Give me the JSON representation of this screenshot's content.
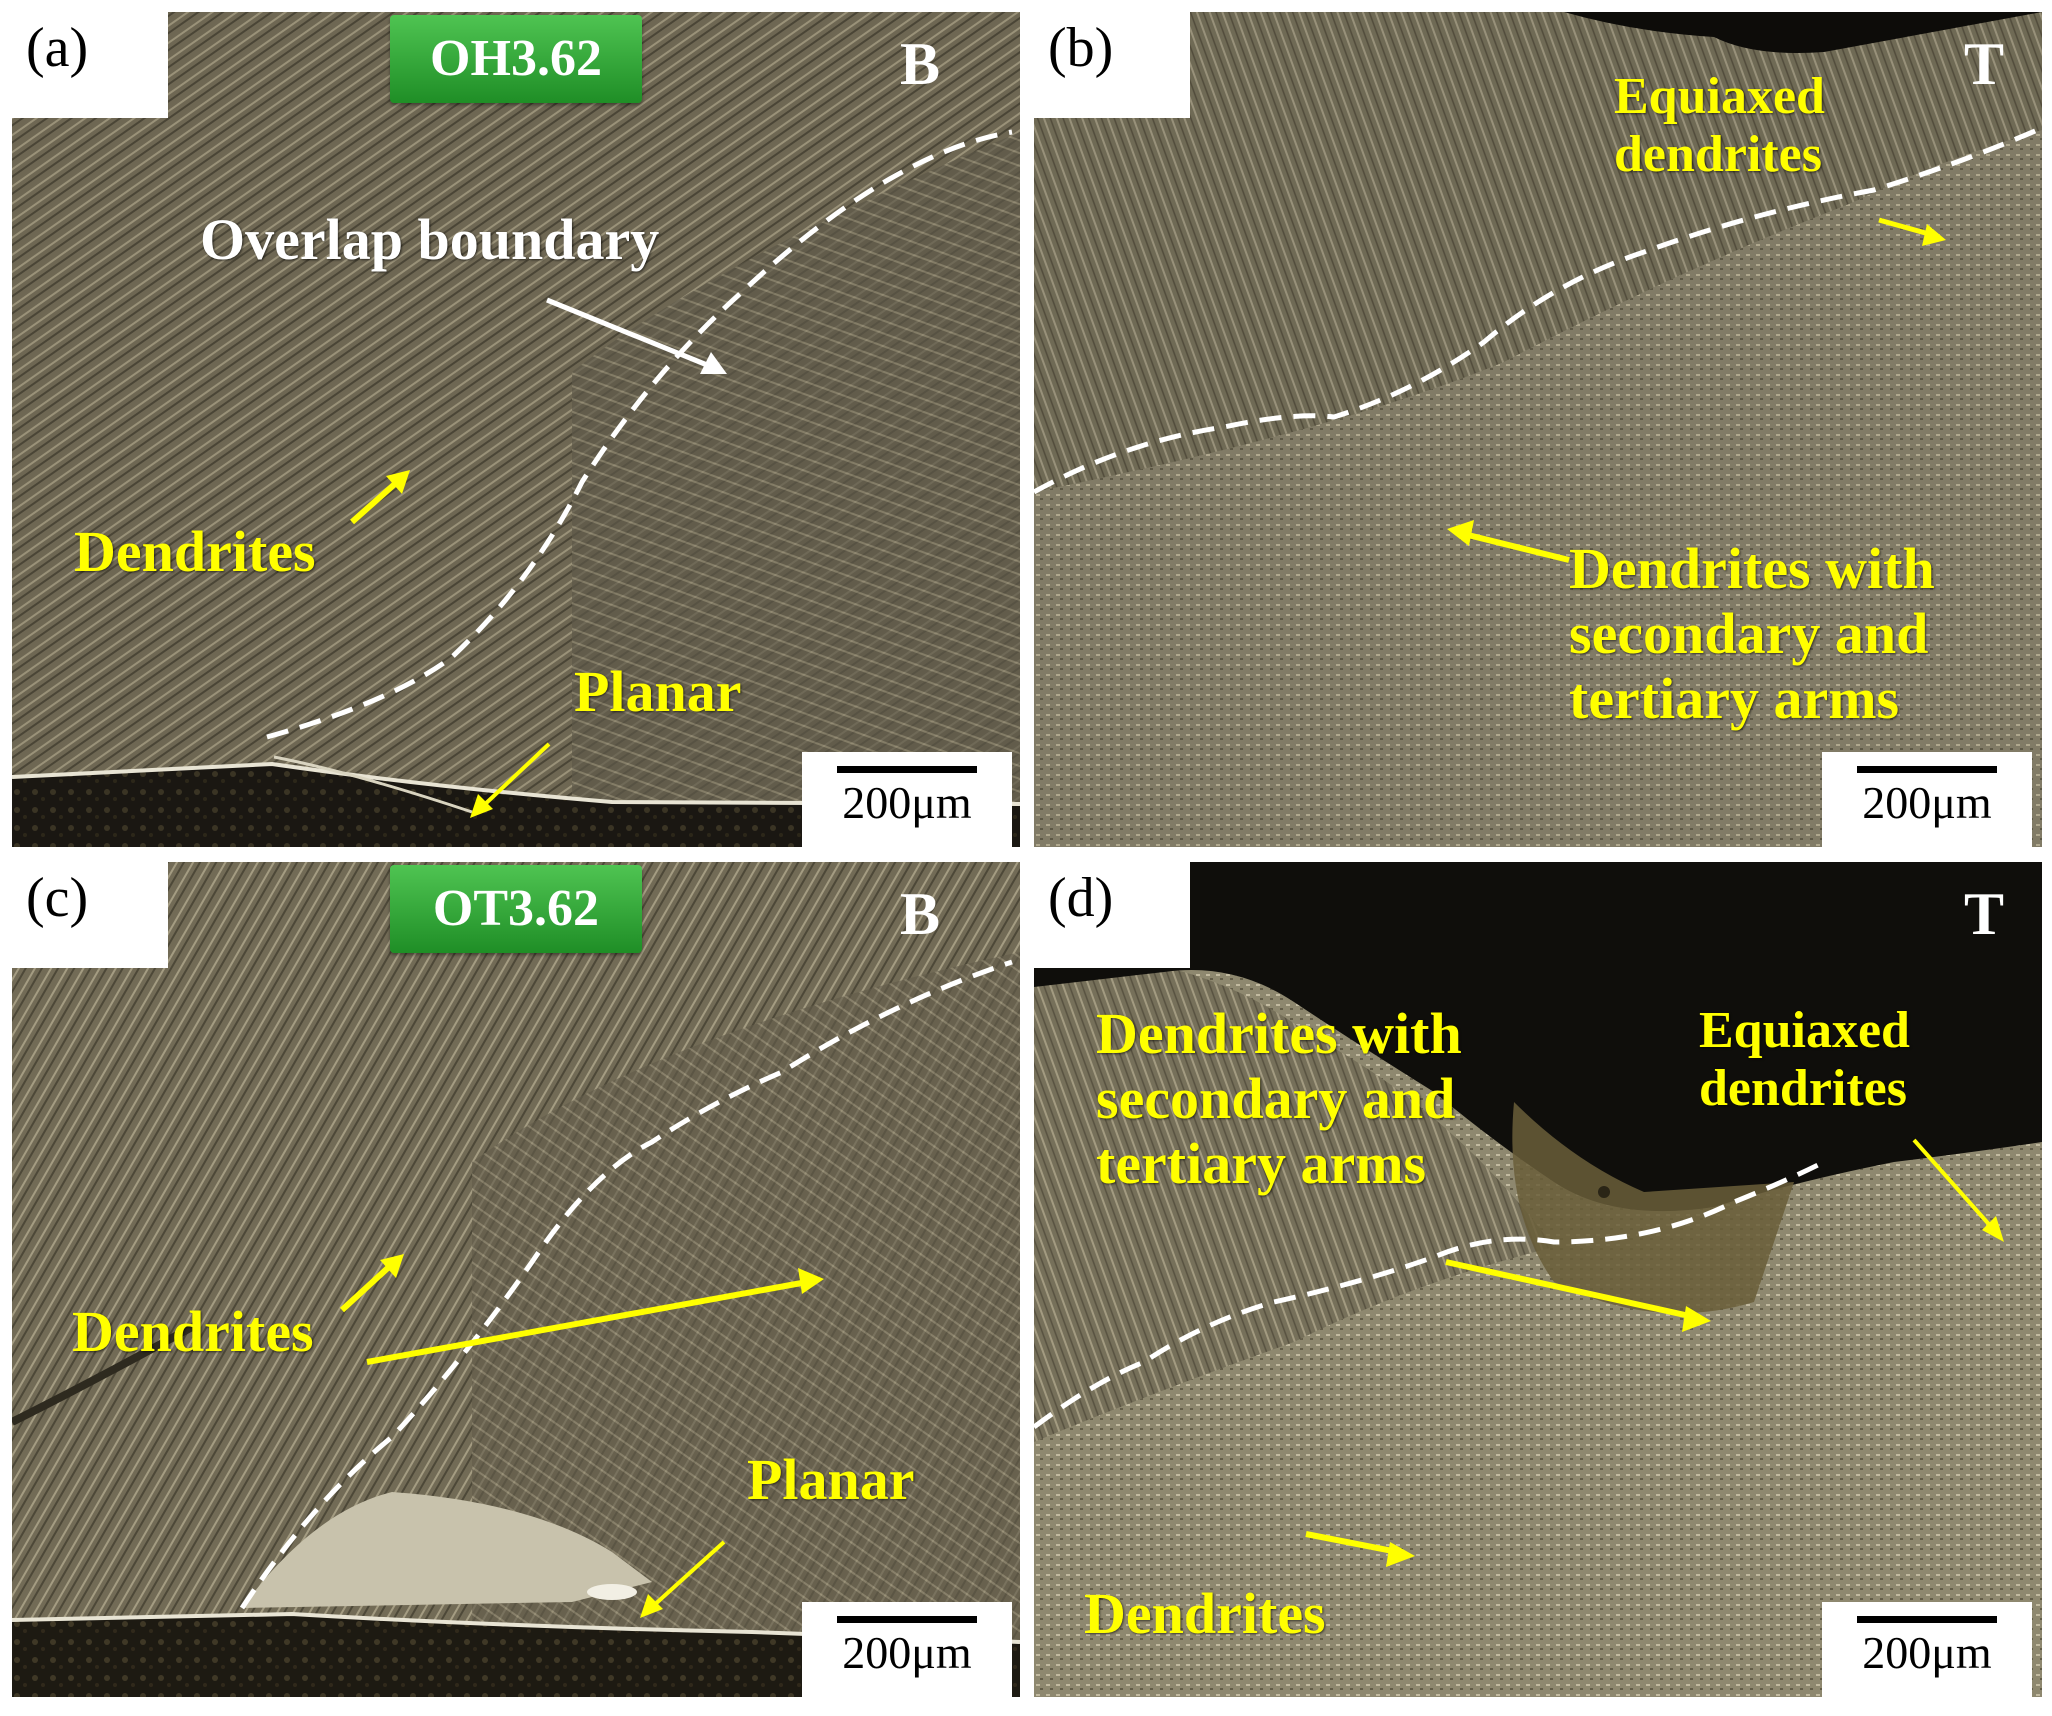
{
  "panels": {
    "a": {
      "label": "(a)",
      "corner": "B",
      "badge": "OH3.62",
      "scale": "200μm",
      "annotations": {
        "overlap": "Overlap boundary",
        "dendrites": "Dendrites",
        "planar": "Planar"
      }
    },
    "b": {
      "label": "(b)",
      "corner": "T",
      "scale": "200μm",
      "annotations": {
        "equiaxed": "Equiaxed\ndendrites",
        "arms": "Dendrites with\nsecondary and\ntertiary arms"
      }
    },
    "c": {
      "label": "(c)",
      "corner": "B",
      "badge": "OT3.62",
      "scale": "200μm",
      "annotations": {
        "dendrites": "Dendrites",
        "planar": "Planar"
      }
    },
    "d": {
      "label": "(d)",
      "corner": "T",
      "scale": "200μm",
      "annotations": {
        "arms": "Dendrites with\nsecondary and\ntertiary arms",
        "equiaxed": "Equiaxed\ndendrites",
        "dendrites": "Dendrites"
      }
    }
  },
  "colors": {
    "annotation": "#ffff00",
    "boundary": "#ffffff",
    "badge": "#2ea836"
  }
}
